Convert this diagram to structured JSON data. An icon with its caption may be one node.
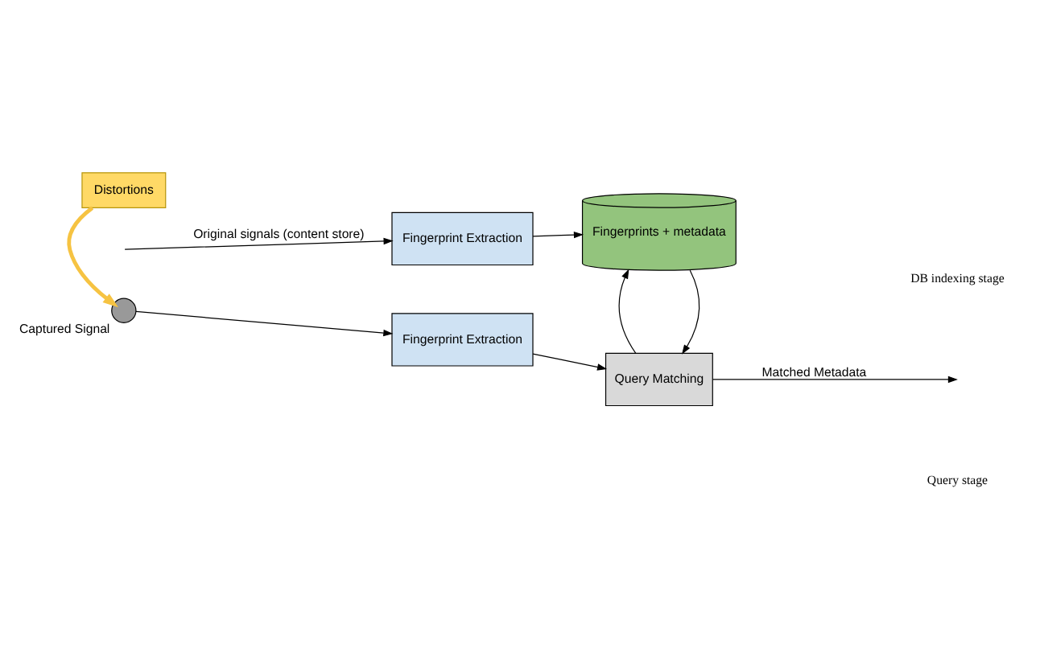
{
  "diagram": {
    "nodes": [
      {
        "text": [
          "Fingerprint Extraction"
        ]
      },
      {
        "text": [
          "Fingerprints + metadata"
        ]
      },
      {
        "text": [
          "Distortions"
        ]
      },
      {
        "text": [],
        "shape": "circle",
        "beside": [
          "Captured Signal"
        ]
      },
      {
        "text": [
          "Fingerprint Extraction"
        ]
      },
      {
        "text": [
          "Query Matching"
        ]
      }
    ],
    "edges": [
      {
        "from": null,
        "to": 0,
        "arrow": "to",
        "label": "Original signals (content store)"
      },
      {
        "from": 0,
        "to": 1,
        "arrow": "to"
      },
      {
        "from": 2,
        "to": 3,
        "arrow": "to",
        "style": "thick",
        "color": "#f6c342"
      },
      {
        "from": 3,
        "to": 4,
        "arrow": "to"
      },
      {
        "from": 4,
        "to": 5,
        "arrow": "to"
      },
      {
        "from": 1,
        "to": 5,
        "arrow": "to"
      },
      {
        "from": 5,
        "to": 1,
        "arrow": "to"
      },
      {
        "from": 5,
        "to": null,
        "arrow": "to",
        "label": "Matched Metadata"
      }
    ],
    "labels": [
      "DB indexing stage",
      "Query stage"
    ]
  }
}
